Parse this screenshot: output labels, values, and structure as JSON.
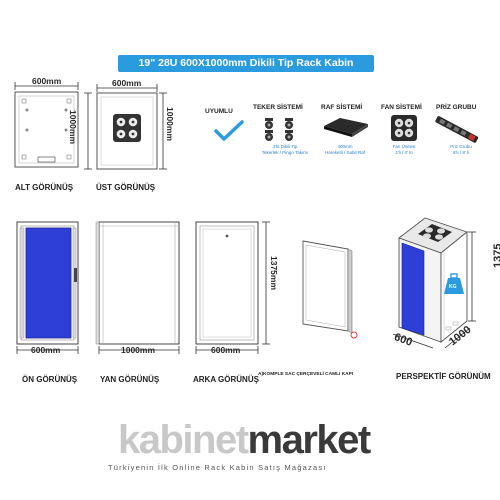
{
  "banner": {
    "title": "19\" 28U 600X1000mm Dikili Tip Rack Kabin"
  },
  "top_views": {
    "bottom_width": "600mm",
    "bottom_label": "ALT GÖRÜNÜŞ",
    "top_width": "600mm",
    "top_depth": "1000mm",
    "top_depth_2": "1000mm",
    "top_label": "ÜST GÖRÜNÜŞ"
  },
  "features": {
    "compatible": "UYUMLU",
    "wheel_title": "TEKER SİSTEMİ",
    "wheel_sub_1": "4'lü Dikili Tip",
    "wheel_sub_2": "Tekerlek / Pingo Takımı",
    "shelf_title": "RAF SİSTEMİ",
    "shelf_sub_1": "400mm",
    "shelf_sub_2": "Hareketli / Sabit Raf",
    "fan_title": "FAN SİSTEMİ",
    "fan_sub_1": "Fan Ünitesi",
    "fan_sub_2": "2'li / 4' lü",
    "socket_title": "PRİZ GRUBU",
    "socket_sub_1": "Priz Grubu",
    "socket_sub_2": "6'lı / 8' li"
  },
  "bottom_views": {
    "front_width": "600mm",
    "front_label": "ÖN GÖRÜNÜŞ",
    "side_depth": "1000mm",
    "side_label": "YAN GÖRÜNÜŞ",
    "back_width": "600mm",
    "back_label": "ARKA GÖRÜNÜŞ",
    "height": "1375mm",
    "door_label": "A)KOMPLE SAC ÇERÇEVELİ CAMLI KAPI",
    "persp_height": "1375",
    "persp_width": "600",
    "persp_depth": "1000",
    "persp_label": "PERSPEKTİF GÖRÜNÜM",
    "weight_label": "KG"
  },
  "brand": {
    "light": "kabinet",
    "dark": "market",
    "tagline": "Türkiyenin İlk Online Rack Kabin Satış Mağazası"
  },
  "colors": {
    "accent": "#2b9be0",
    "door_blue": "#2d3fd6",
    "badge_red": "#e53935"
  }
}
